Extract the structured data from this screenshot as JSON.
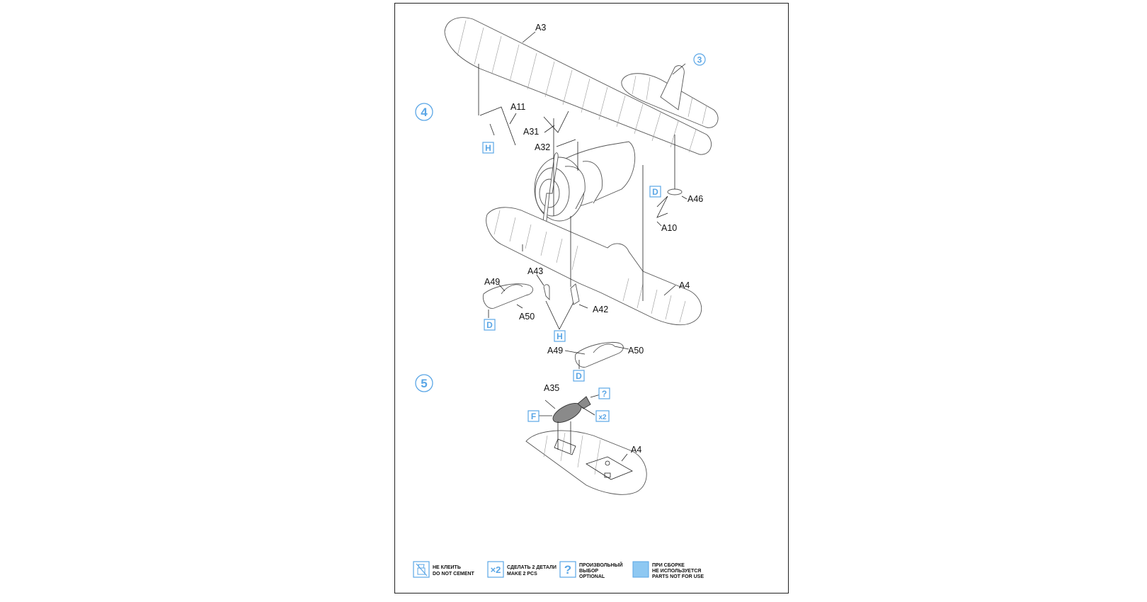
{
  "steps": [
    {
      "number": "4"
    },
    {
      "number": "5"
    }
  ],
  "part_labels": {
    "A3": "A3",
    "A11": "A11",
    "A31": "A31",
    "A32": "A32",
    "A46": "A46",
    "A10": "A10",
    "A43": "A43",
    "A49_left": "A49",
    "A50_left": "A50",
    "A42": "A42",
    "A4_step4": "A4",
    "A49_right": "A49",
    "A50_right": "A50",
    "A35": "A35",
    "A4_step5": "A4"
  },
  "callouts": {
    "tail_ref": "3",
    "H_strut": "H",
    "D_a46": "D",
    "D_ski_left": "D",
    "H_gear": "H",
    "D_ski_right": "D",
    "optional": "?",
    "F_bomb": "F",
    "x2_bomb": "x2"
  },
  "legend": [
    {
      "icon": "do-not-cement-icon",
      "line1": "НЕ КЛЕИТЬ",
      "line2": "DO NOT CEMENT",
      "line3": ""
    },
    {
      "icon": "make-two-icon",
      "icon_text": "×2",
      "line1": "СДЕЛАТЬ 2 ДЕТАЛИ",
      "line2": "MAKE 2 PCS",
      "line3": ""
    },
    {
      "icon": "optional-icon",
      "icon_text": "?",
      "line1": "ПРОИЗВОЛЬНЫЙ",
      "line2": "ВЫБОР",
      "line3": "OPTIONAL"
    },
    {
      "icon": "parts-not-used-icon",
      "line1": "ПРИ СБОРКЕ",
      "line2": "НЕ ИСПОЛЬЗУЕТСЯ",
      "line3": "PARTS NOT FOR USE"
    }
  ],
  "colors": {
    "accent": "#5aa6e6",
    "unused_fill": "#8ec8f2"
  }
}
